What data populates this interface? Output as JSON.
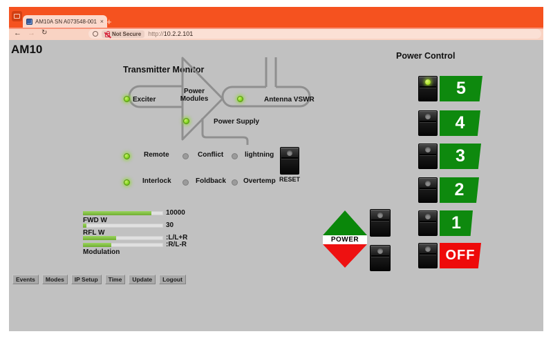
{
  "browser": {
    "tab_title": "AM10A SN A073548-001",
    "close_glyph": "×",
    "new_tab_glyph": "+",
    "back_glyph": "←",
    "forward_glyph": "→",
    "reload_glyph": "↻",
    "security_label": "Not Secure",
    "url_scheme": "http://",
    "url_host": "10.2.2.101"
  },
  "page": {
    "title": "AM10",
    "monitor": {
      "title": "Transmitter Monitor",
      "exciter": "Exciter",
      "power_modules_line1": "Power",
      "power_modules_line2": "Modules",
      "antenna_vswr": "Antenna VSWR",
      "power_supply": "Power Supply",
      "remote": "Remote",
      "conflict": "Conflict",
      "lightning": "lightning",
      "interlock": "Interlock",
      "foldback": "Foldback",
      "overtemp": "Overtemp",
      "reset": "RESET",
      "led_states": {
        "exciter": "on",
        "power_supply": "on",
        "antenna_vswr": "on",
        "remote": "on",
        "conflict": "off",
        "lightning": "off",
        "interlock": "on",
        "foldback": "off",
        "overtemp": "off"
      }
    },
    "meters": {
      "fwd": {
        "label": "FWD W",
        "value": "10000",
        "percent": 85
      },
      "rfl": {
        "label": "RFL W",
        "value": "30",
        "percent": 4
      },
      "modulation": {
        "label": "Modulation",
        "ch1": ":L/L+R",
        "ch2": ":R/L-R",
        "percent1": 41,
        "percent2": 35
      }
    },
    "footer_buttons": [
      {
        "label": "Events"
      },
      {
        "label": "Modes"
      },
      {
        "label": "IP Setup"
      },
      {
        "label": "Time"
      },
      {
        "label": "Update"
      },
      {
        "label": "Logout"
      }
    ],
    "power_control": {
      "title": "Power Control",
      "power_label": "POWER",
      "levels": [
        {
          "label": "5",
          "on": true
        },
        {
          "label": "4",
          "on": false
        },
        {
          "label": "3",
          "on": false
        },
        {
          "label": "2",
          "on": false
        },
        {
          "label": "1",
          "on": false
        }
      ],
      "off_label": "OFF"
    },
    "colors": {
      "chrome_orange": "#f5521f",
      "chrome_peach": "#f9d3c3",
      "content_gray": "#c1c1c1",
      "panel_green": "#0e890e",
      "panel_red": "#ee0a0a",
      "led_green": "#7fd41f",
      "bar_green": "#7cbf3f",
      "line_gray": "#8f8f8f"
    }
  }
}
